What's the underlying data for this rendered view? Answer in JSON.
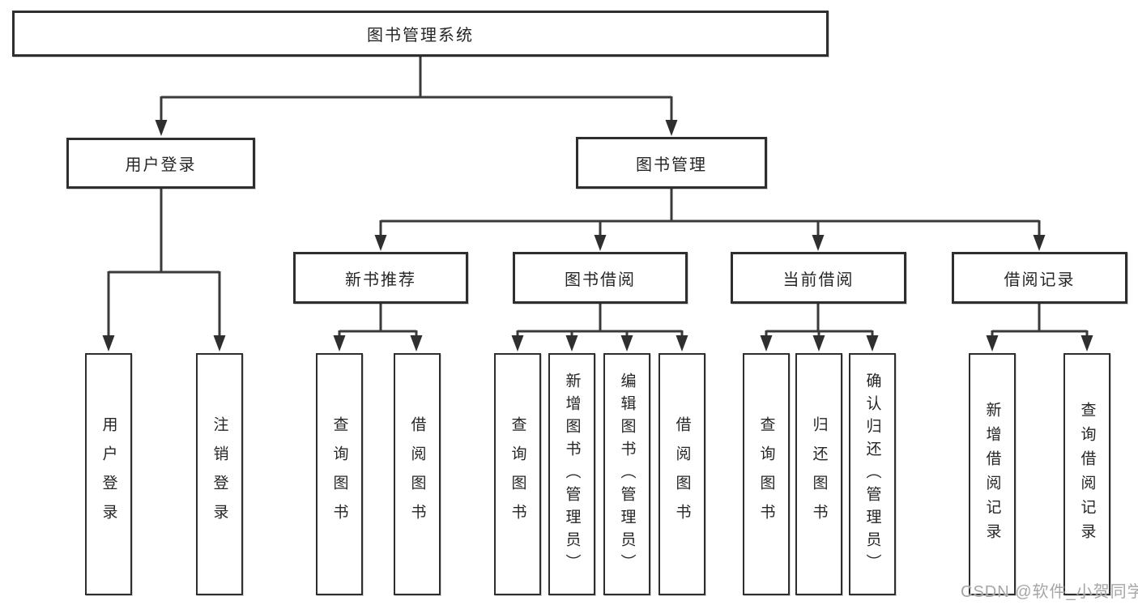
{
  "diagram_title": "图书管理系统",
  "colors": {
    "line": "#3a3a3a",
    "box_border": "#2e2e2e",
    "box_fill": "#ffffff",
    "text": "#262626",
    "watermark": "#a6a6a6"
  },
  "tree": {
    "root": {
      "label": "图书管理系统"
    },
    "branches": [
      {
        "label": "用户登录",
        "children": [
          {
            "label": "用户登录"
          },
          {
            "label": "注销登录"
          }
        ]
      },
      {
        "label": "图书管理",
        "children": [
          {
            "label": "新书推荐",
            "children": [
              {
                "label": "查询图书"
              },
              {
                "label": "借阅图书"
              }
            ]
          },
          {
            "label": "图书借阅",
            "children": [
              {
                "label": "查询图书"
              },
              {
                "label": "新增图书（管理员）"
              },
              {
                "label": "编辑图书（管理员）"
              },
              {
                "label": "借阅图书"
              }
            ]
          },
          {
            "label": "当前借阅",
            "children": [
              {
                "label": "查询图书"
              },
              {
                "label": "归还图书"
              },
              {
                "label": "确认归还（管理员）"
              }
            ]
          },
          {
            "label": "借阅记录",
            "children": [
              {
                "label": "新增借阅记录"
              },
              {
                "label": "查询借阅记录"
              }
            ]
          }
        ]
      }
    ]
  },
  "watermark": {
    "text": "CSDN @软件_小贺同学"
  }
}
